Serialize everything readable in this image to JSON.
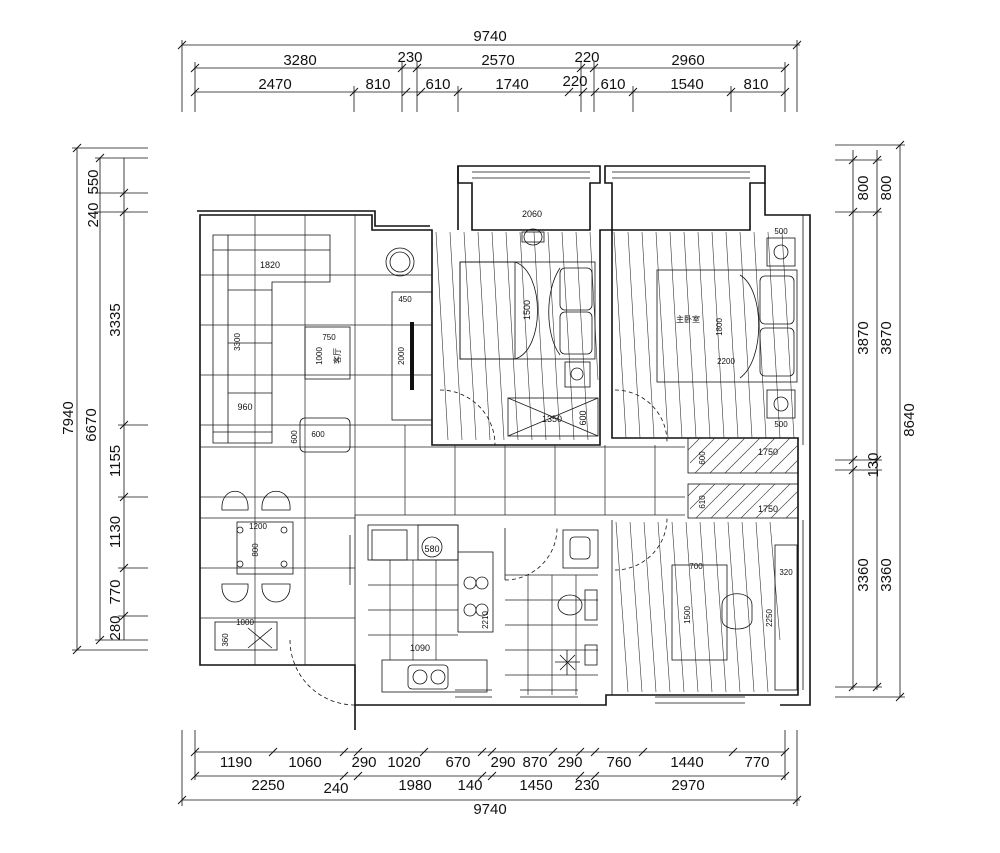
{
  "dimensions": {
    "top_total": "9740",
    "top_row1": [
      "3280",
      "230",
      "2570",
      "220",
      "2960"
    ],
    "top_row2": [
      "2470",
      "810",
      "610",
      "1740",
      "220",
      "610",
      "1540",
      "810"
    ],
    "bottom_row1": [
      "1190",
      "1060",
      "290",
      "1020",
      "670",
      "290",
      "870",
      "290",
      "760",
      "1440",
      "770"
    ],
    "bottom_row2": [
      "2250",
      "240",
      "1980",
      "140",
      "1450",
      "230",
      "2970"
    ],
    "bottom_total": "9740",
    "left_total": "7940",
    "left_sub": "6670",
    "left_parts": [
      "240",
      "550",
      "3335",
      "1155",
      "1130",
      "770",
      "280"
    ],
    "right_inner": [
      "800",
      "3870",
      "130",
      "3360"
    ],
    "right_outer": [
      "800",
      "3870",
      "3360"
    ],
    "right_total": "8640"
  },
  "furniture": {
    "sofa_len": "1820",
    "sofa_depth": "3300",
    "sofa_arm": "960",
    "coffee_table": "750",
    "coffee_depth": "1000",
    "living_room": "客厅",
    "tv_cabinet": "2000",
    "tv_depth": "450",
    "side_table": "600",
    "side_table_d": "600",
    "dining_table_w": "1200",
    "dining_table_d": "800",
    "sideboard": "1000",
    "sideboard_d": "360",
    "bed1_w": "2060",
    "bed1_len": "1500",
    "wardrobe1": "1350",
    "wardrobe1_d": "600",
    "master_bedroom": "主卧室",
    "bed2_len": "1800",
    "bed2_w": "2200",
    "nightstand": "500",
    "closet_top": "1750",
    "closet_top_d": "600",
    "closet_bottom": "1750",
    "closet_bottom_d": "610",
    "kitchen_sink": "580",
    "kitchen_counter": "1090",
    "kitchen_side": "2210",
    "study_desk": "700",
    "study_desk_len": "1500",
    "study_shelf": "320",
    "study_shelf_len": "2250"
  }
}
